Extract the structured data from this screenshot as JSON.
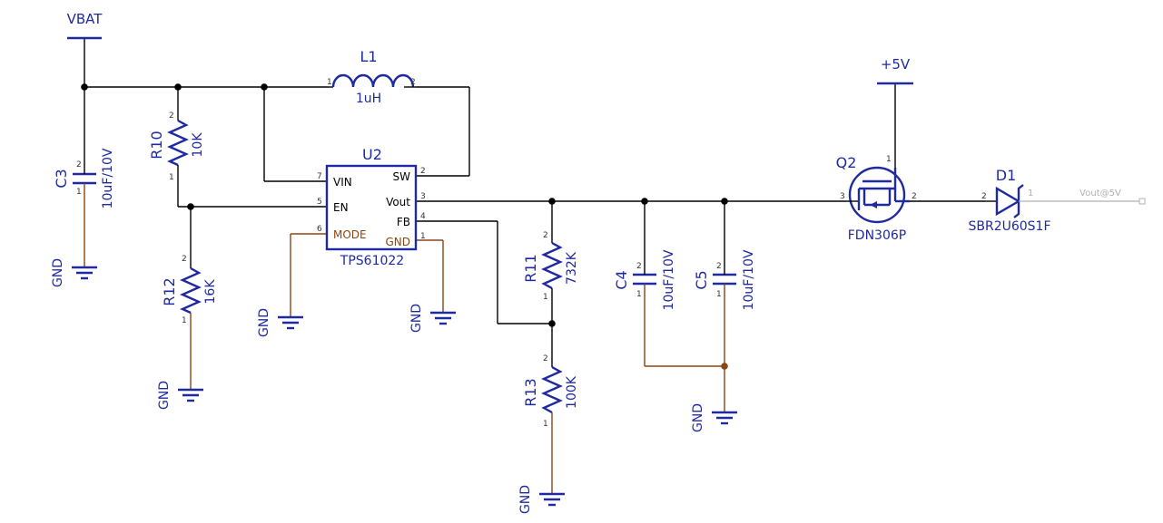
{
  "nets": {
    "vbat": "VBAT",
    "plus5v": "+5V",
    "gnd": "GND",
    "vout": "Vout@5V"
  },
  "components": {
    "c3": {
      "ref": "C3",
      "value": "10uF/10V",
      "pin_top": "2",
      "pin_bottom": "1"
    },
    "r10": {
      "ref": "R10",
      "value": "10K",
      "pin_top": "2",
      "pin_bottom": "1"
    },
    "r12": {
      "ref": "R12",
      "value": "16K",
      "pin_top": "2",
      "pin_bottom": "1"
    },
    "l1": {
      "ref": "L1",
      "value": "1uH",
      "pin_left": "1",
      "pin_right": "2"
    },
    "u2": {
      "ref": "U2",
      "part": "TPS61022",
      "pins": {
        "vin": {
          "label": "VIN",
          "num": "7"
        },
        "en": {
          "label": "EN",
          "num": "5"
        },
        "mode": {
          "label": "MODE",
          "num": "6"
        },
        "sw": {
          "label": "SW",
          "num": "2"
        },
        "vout": {
          "label": "Vout",
          "num": "3"
        },
        "fb": {
          "label": "FB",
          "num": "4"
        },
        "gnd": {
          "label": "GND",
          "num": "1"
        }
      }
    },
    "r11": {
      "ref": "R11",
      "value": "732K",
      "pin_top": "2",
      "pin_bottom": "1"
    },
    "r13": {
      "ref": "R13",
      "value": "100K",
      "pin_top": "2",
      "pin_bottom": "1"
    },
    "c4": {
      "ref": "C4",
      "value": "10uF/10V",
      "pin_top": "2",
      "pin_bottom": "1"
    },
    "c5": {
      "ref": "C5",
      "value": "10uF/10V",
      "pin_top": "2",
      "pin_bottom": "1"
    },
    "q2": {
      "ref": "Q2",
      "part": "FDN306P",
      "pin_gate": "1",
      "pin_source": "3",
      "pin_drain": "2"
    },
    "d1": {
      "ref": "D1",
      "part": "SBR2U60S1F",
      "pin_anode": "2",
      "pin_cathode": "1"
    }
  },
  "colors": {
    "component": "#1f2aa0",
    "wire": "#000000",
    "ground_wire": "#8B4513",
    "output_wire": "#b0b0b0"
  }
}
